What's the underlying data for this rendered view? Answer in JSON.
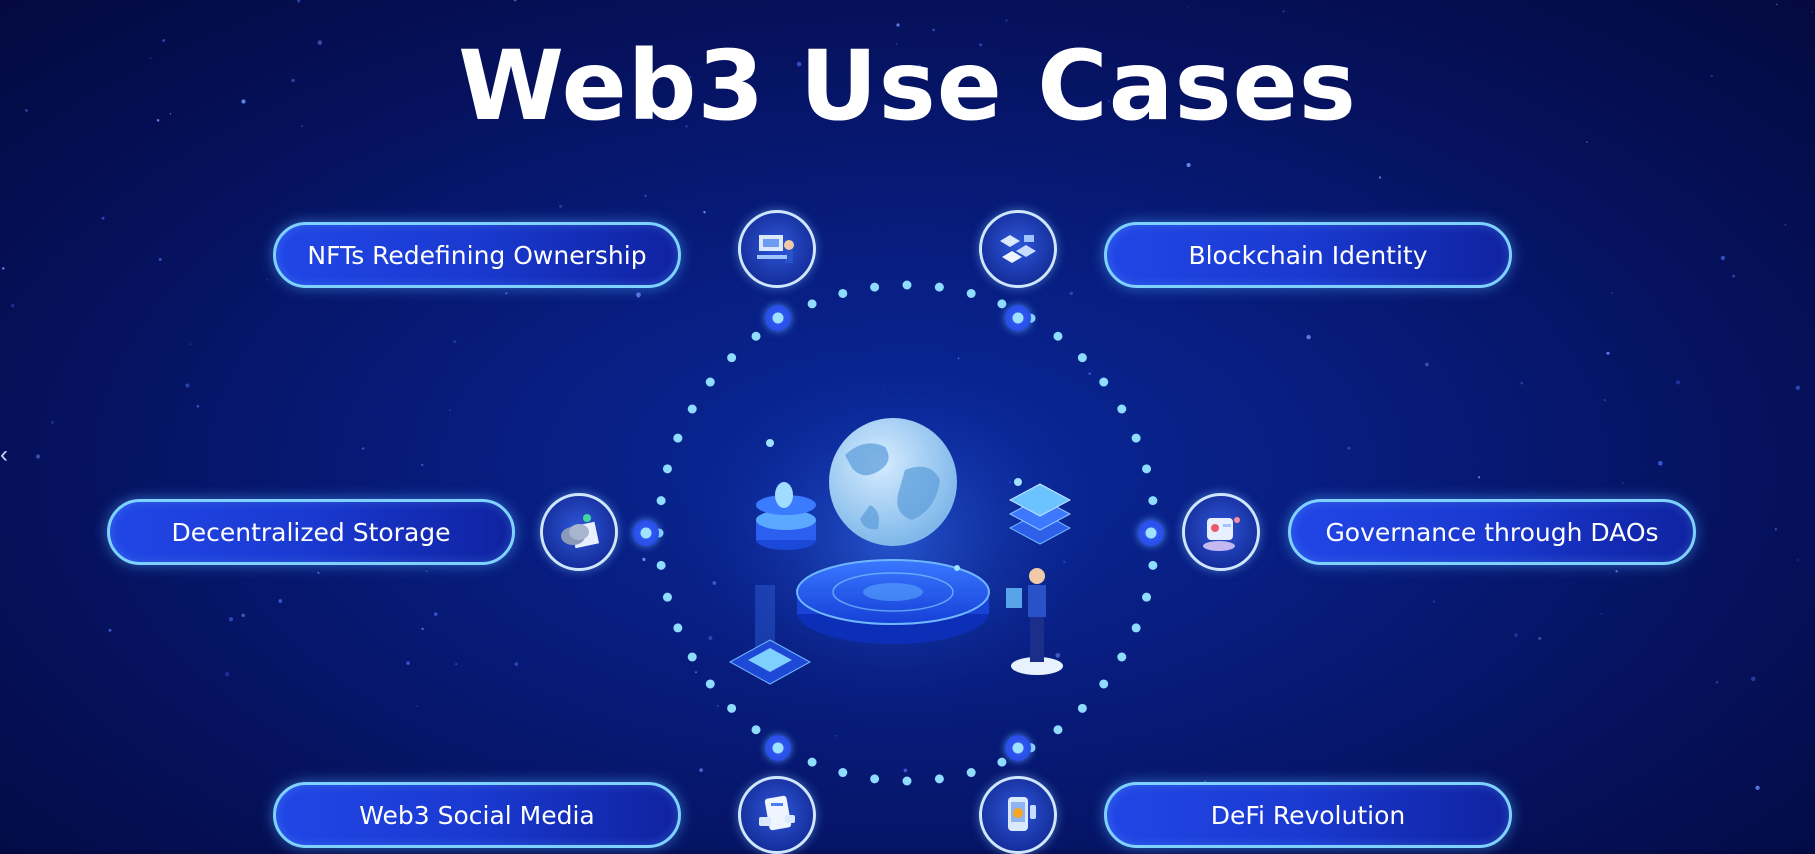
{
  "title": "Web3 Use Cases",
  "use_cases": [
    {
      "label": "NFTs Redefining Ownership",
      "icon": "nft-ownership-icon"
    },
    {
      "label": "Blockchain Identity",
      "icon": "blockchain-identity-icon"
    },
    {
      "label": "Decentralized Storage",
      "icon": "decentralized-storage-icon"
    },
    {
      "label": "Governance through DAOs",
      "icon": "dao-governance-icon"
    },
    {
      "label": "Web3 Social Media",
      "icon": "social-media-icon"
    },
    {
      "label": "DeFi Revolution",
      "icon": "defi-icon"
    }
  ],
  "colors": {
    "background": "#071a78",
    "pill_fill": "#1a39d0",
    "pill_border": "#7fd2ff",
    "ring_dot": "#8fdcff",
    "globe": "#9fd3f5"
  },
  "navigation": {
    "prev_icon": "chevron-left-icon"
  }
}
